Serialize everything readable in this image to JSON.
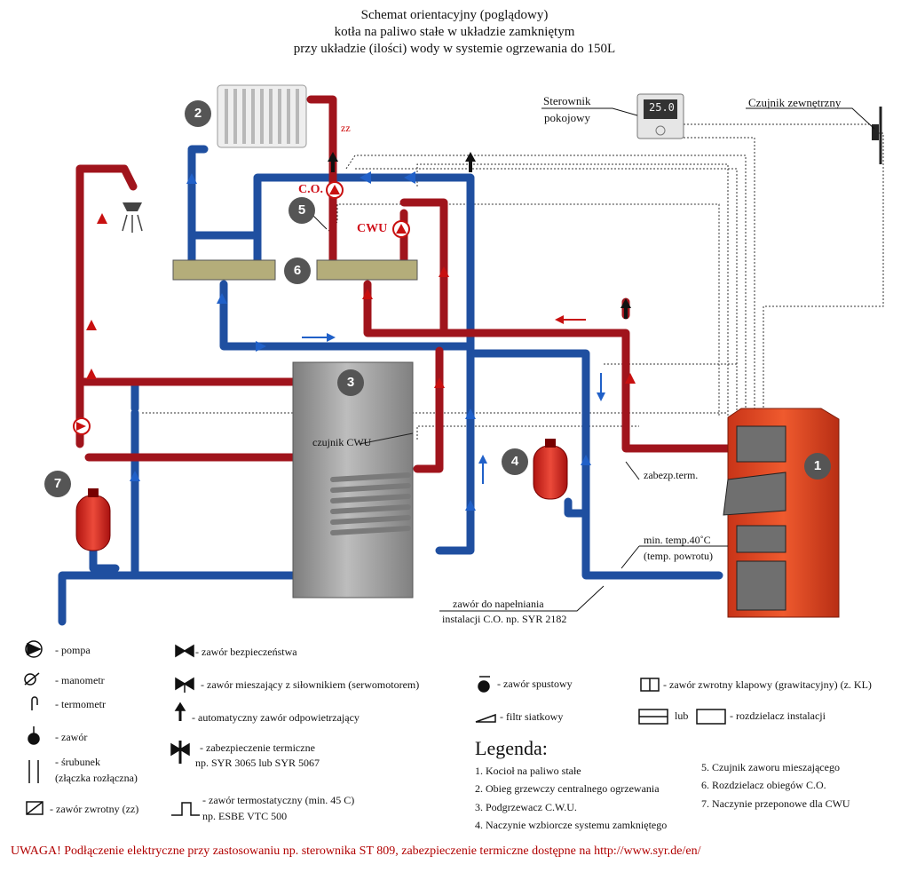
{
  "title": {
    "line1": "Schemat orientacyjny (poglądowy)",
    "line2": "kotła na paliwo stałe w układzie zamkniętym",
    "line3": "przy układzie (ilości) wody w systemie ogrzewania do 150L"
  },
  "labels": {
    "sterownik_line1": "Sterownik",
    "sterownik_line2": "pokojowy",
    "thermostat_display": "25.0",
    "czujnik_zewnetrzny": "Czujnik zewnętrzny",
    "co": "C.O.",
    "cwu": "CWU",
    "zz": "zz",
    "czujnik_cwu": "czujnik CWU",
    "zabezp_term": "zabezp.term.",
    "min_temp": "min. temp.40˚C",
    "temp_powrotu": "(temp. powrotu)",
    "zawor_napelniania_line1": "zawór do napełniania",
    "zawor_napelniania_line2": "instalacji C.O. np. SYR 2182"
  },
  "numbers": [
    "1",
    "2",
    "3",
    "4",
    "5",
    "6",
    "7"
  ],
  "symbols": [
    {
      "icon": "pump-icon",
      "text": "- pompa"
    },
    {
      "icon": "manometer-icon",
      "text": "- manometr"
    },
    {
      "icon": "thermometer-icon",
      "text": "- termometr"
    },
    {
      "icon": "valve-icon",
      "text": "- zawór"
    },
    {
      "icon": "union-icon",
      "text": "- śrubunek"
    },
    {
      "icon": "union-icon",
      "text": "(złączka rozłączna)"
    },
    {
      "icon": "check-valve-icon",
      "text": "- zawór zwrotny (zz)"
    },
    {
      "icon": "safety-valve-icon",
      "text": "- zawór bezpieczeństwa"
    },
    {
      "icon": "mixing-valve-icon",
      "text": "- zawór mieszający z siłownikiem (serwomotorem)"
    },
    {
      "icon": "air-vent-icon",
      "text": "- automatyczny zawór odpowietrzający"
    },
    {
      "icon": "thermal-protection-icon",
      "text": "- zabezpieczenie termiczne"
    },
    {
      "icon": "thermal-protection-icon",
      "text": "np. SYR 3065 lub SYR 5067"
    },
    {
      "icon": "thermostatic-valve-icon",
      "text": "- zawór termostatyczny (min. 45 C)"
    },
    {
      "icon": "thermostatic-valve-icon",
      "text": "np. ESBE VTC 500"
    },
    {
      "icon": "drain-valve-icon",
      "text": "- zawór spustowy"
    },
    {
      "icon": "strainer-icon",
      "text": "- filtr siatkowy"
    },
    {
      "icon": "flap-check-valve-icon",
      "text": "- zawór zwrotny klapowy (grawitacyjny) (z. KL)"
    },
    {
      "icon": "manifold-icon",
      "text": "lub"
    },
    {
      "icon": "manifold-icon",
      "text": "- rozdzielacz instalacji"
    }
  ],
  "legend": {
    "title": "Legenda:",
    "items": [
      "1. Kocioł na paliwo stałe",
      "2. Obieg grzewczy centralnego ogrzewania",
      "3. Podgrzewacz C.W.U.",
      "4. Naczynie wzbiorcze systemu zamkniętego",
      "5. Czujnik zaworu mieszającego",
      "6. Rozdzielacz obiegów C.O.",
      "7. Naczynie przeponowe dla CWU"
    ]
  },
  "warning": "UWAGA! Podłączenie elektryczne przy zastosowaniu np. sterownika ST 809, zabezpieczenie termiczne dostępne na http://www.syr.de/en/",
  "colors": {
    "hot_pipe": "#a0141c",
    "cold_pipe": "#1f4fa0",
    "boiler": "#e0401e",
    "tank": "#9c9c9c",
    "manifold": "#b4ad7a",
    "warning": "#b10000"
  }
}
